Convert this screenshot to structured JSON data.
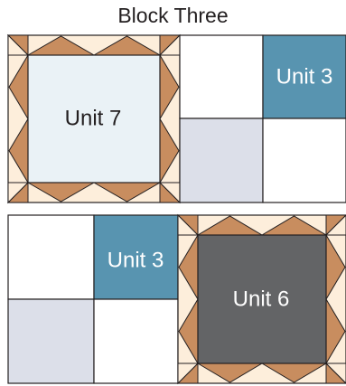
{
  "title": "Block Three",
  "labels": {
    "top_center": "Unit 7",
    "top_right": "Unit 3",
    "bottom_left": "Unit 3",
    "bottom_right": "Unit 6"
  },
  "colors": {
    "cream": "#fdeedb",
    "tan": "#c88d5f",
    "outline": "#231f20",
    "teal": "#5894b0",
    "pale_blue": "#eaf2f6",
    "lavender": "#dcdfe9",
    "dark_gray": "#636466",
    "white": "#ffffff"
  }
}
